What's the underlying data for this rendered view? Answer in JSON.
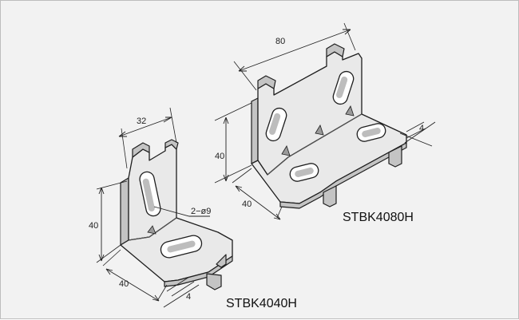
{
  "small_bracket": {
    "model": "STBK4040H",
    "dim_width": "32",
    "dim_height": "40",
    "dim_depth": "40",
    "dim_thickness": "4",
    "hole_callout": "2−ø9"
  },
  "large_bracket": {
    "model": "STBK4080H",
    "dim_width": "80",
    "dim_height": "40",
    "dim_depth": "40",
    "dim_thickness": "4"
  }
}
